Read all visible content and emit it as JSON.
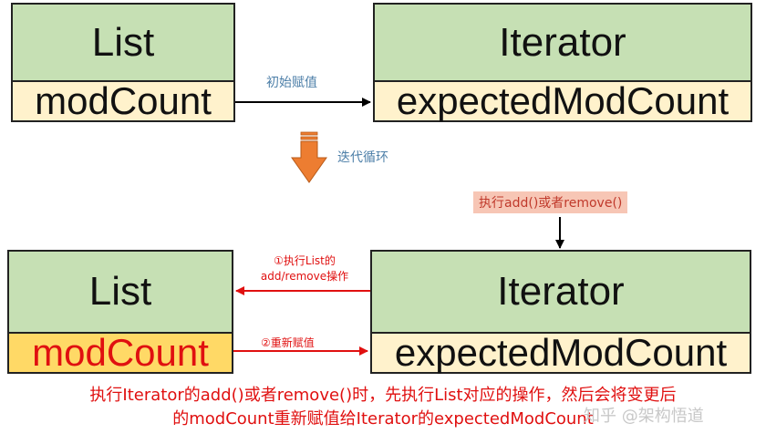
{
  "top": {
    "list_title": "List",
    "list_field": "modCount",
    "iterator_title": "Iterator",
    "iterator_field": "expectedModCount",
    "assign_label": "初始赋值"
  },
  "transition_label": "迭代循环",
  "bottom": {
    "action_label": "执行add()或者remove()",
    "list_title": "List",
    "list_field": "modCount",
    "iterator_title": "Iterator",
    "iterator_field": "expectedModCount",
    "step1_line1": "①执行List的",
    "step1_line2": "add/remove操作",
    "step2_label": "②重新赋值"
  },
  "caption": {
    "line1": "执行Iterator的add()或者remove()时，先执行List对应的操作，然后会将变更后",
    "line2": "的modCount重新赋值给Iterator的expectedModCount"
  },
  "watermark": "知乎 @架构悟道",
  "colors": {
    "box_green": "#c6e0b4",
    "box_yellow": "#fff2cc",
    "arrow_black": "#000000",
    "arrow_red": "#e01010",
    "down_arrow": "#ed7d31",
    "label_blue": "#4d7fa8",
    "highlight_bg": "#f7c6b5"
  }
}
